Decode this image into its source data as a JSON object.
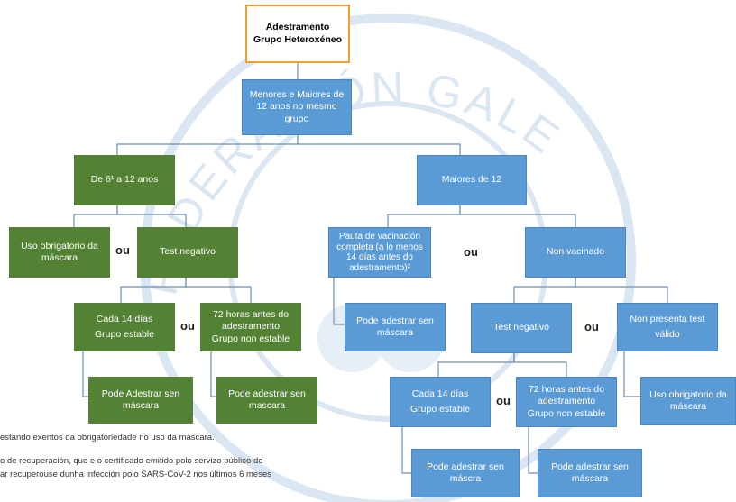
{
  "watermark": {
    "text": "FEDERACIÓN GALEGA DE PATINAXE"
  },
  "nodes": {
    "title": {
      "line1": "Adestramento",
      "line2": "Grupo Heteroxéneo"
    },
    "mixed_group": "Menores e Maiores de 12 anos no mesmo grupo",
    "age_6_12": "De 6¹ a 12 anos",
    "over_12": "Maiores de 12",
    "mask_required_left": "Uso obrigatorio da máscara",
    "test_negative_left": "Test negativo",
    "vaccinated": "Pauta de vacinación completa (a lo menos 14 días antes do adestramento)²",
    "not_vaccinated": "Non vacinado",
    "stable_left": {
      "line1": "Cada 14 días",
      "line2": "Grupo estable"
    },
    "h72_left": {
      "line1": "72 horas antes do adestramento",
      "line2": "Grupo non estable"
    },
    "vaccinated_no_mask": "Pode adestrar sen máscara",
    "test_negative_right": "Test negativo",
    "no_valid_test": {
      "line1": "Non presenta test",
      "line2": "válido"
    },
    "no_mask_left_1": "Pode Adestrar sen máscara",
    "no_mask_left_2": "Pode adestrar sen mascara",
    "stable_right": {
      "line1": "Cada 14 días",
      "line2": "Grupo estable"
    },
    "h72_right": {
      "line1": "72 horas antes do adestramento",
      "line2": "Grupo non estable"
    },
    "mask_required_right": "Uso obrigatorio da máscara",
    "no_mask_right_1": "Pode adestrar sen máscra",
    "no_mask_right_2": "Pode adestrar sen máscara"
  },
  "or_label": "ou",
  "footnotes": {
    "line1": "estando exentos da obrigatoriedade no uso da máscara.",
    "line2": "o de recuperación, que e o certificado emitido polo servizo público de",
    "line3": "ar recuperouse dunha infección polo SARS-CoV-2 nos últimos 6 meses"
  },
  "colors": {
    "green_box": "#548235",
    "blue_box": "#5b9bd5",
    "title_border": "#f0a030",
    "connector": "#6f8fb0",
    "watermark": "#dbe6f3"
  }
}
